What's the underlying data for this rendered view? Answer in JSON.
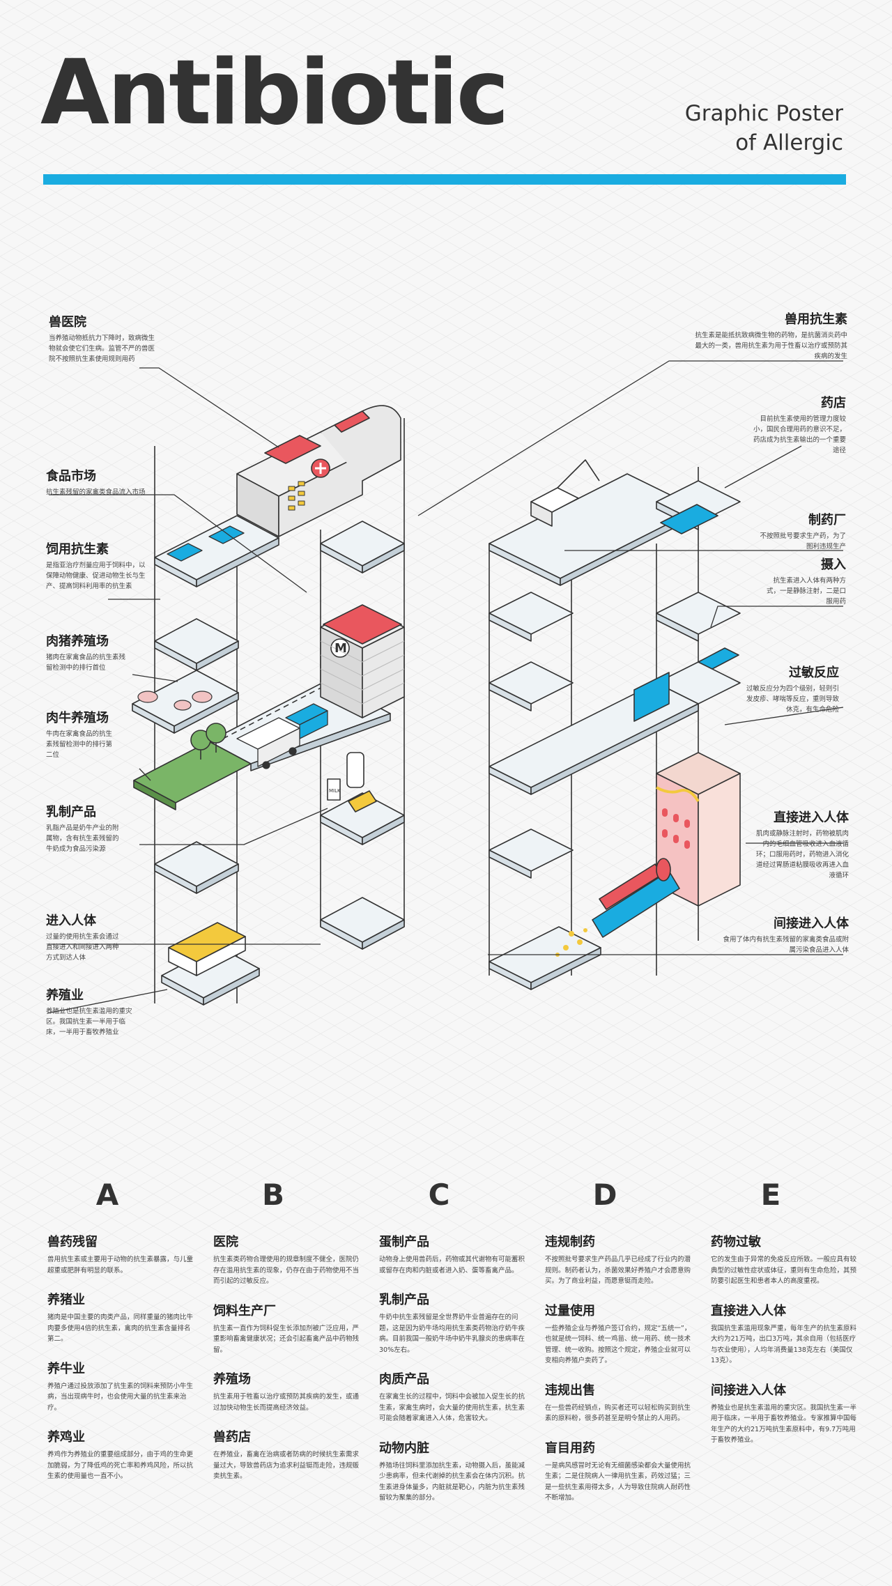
{
  "header": {
    "title": "Antibiotic",
    "subtitle_line1": "Graphic Poster",
    "subtitle_line2": "of Allergic"
  },
  "colors": {
    "accent": "#1aace0",
    "red": "#e9575e",
    "yellow": "#f3c93d",
    "green": "#7ab567",
    "dark": "#333333"
  },
  "labels": {
    "vet_hospital": {
      "title": "兽医院",
      "text": "当养殖动物抵抗力下降时，致病微生物就会使它们生病。监管不严的兽医院不按照抗生素使用规则用药"
    },
    "food_market": {
      "title": "食品市场",
      "text": "抗生素残留的家禽类食品流入市场"
    },
    "feed_antibiotic": {
      "title": "饲用抗生素",
      "text": "是指亚治疗剂量应用于饲料中，以保障动物健康、促进动物生长与生产、提高饲料利用率的抗生素"
    },
    "pig_farm": {
      "title": "肉猪养殖场",
      "text": "猪肉在家禽食品的抗生素残留检测中的排行首位"
    },
    "cattle_farm": {
      "title": "肉牛养殖场",
      "text": "牛肉在家禽食品的抗生素残留检测中的排行第二位"
    },
    "dairy": {
      "title": "乳制产品",
      "text": "乳脂产品是奶牛产业的附属物，含有抗生素残留的牛奶成为食品污染源"
    },
    "enter_body": {
      "title": "进入人体",
      "text": "过量的使用抗生素会通过直接进入和间接进入两种方式到达人体"
    },
    "breeding": {
      "title": "养殖业",
      "text": "养殖业也是抗生素滥用的重灾区。我国抗生素一半用于临床，一半用于畜牧养殖业"
    },
    "vet_antibiotic": {
      "title": "兽用抗生素",
      "text": "抗生素是能抵抗致病微生物的药物，是抗菌消炎药中最大的一类，兽用抗生素为用于性畜以治疗或预防其疾病的发生"
    },
    "pharmacy": {
      "title": "药店",
      "text": "目前抗生素使用的管理力度较小，国民合理用药的意识不足，药店成为抗生素输出的一个重要途径"
    },
    "pharma_factory": {
      "title": "制药厂",
      "text": "不按照批号要求生产药，为了图利违规生产"
    },
    "intake": {
      "title": "摄入",
      "text": "抗生素进入人体有两种方式，一是静脉注射，二是口服用药"
    },
    "allergy": {
      "title": "过敏反应",
      "text": "过敏反应分为四个级别，轻则引发皮疹、哮喘等反应，重则导致休克，有生命危险"
    },
    "direct_entry": {
      "title": "直接进入人体",
      "text": "肌肉或静脉注射时，药物被肌肉内的毛细血管吸收进入血液循环；口服用药时，药物进入消化道经过胃肠道粘膜吸收再进入血液循环"
    },
    "indirect_entry": {
      "title": "间接进入人体",
      "text": "食用了体内有抗生素残留的家禽类食品或附属污染食品进入人体"
    }
  },
  "diagram": {
    "h_big_text": "M",
    "milk_text": "MILK"
  },
  "columns": [
    {
      "letter": "A",
      "entries": [
        {
          "title": "兽药残留",
          "text": "兽用抗生素或主要用于动物的抗生素暴露，与儿童超重或肥胖有明显的联系。"
        },
        {
          "title": "养猪业",
          "text": "猪肉是中国主要的肉类产品，同样重量的猪肉比牛肉要多使用4倍的抗生素，禽肉的抗生素含量排名第二。"
        },
        {
          "title": "养牛业",
          "text": "养殖户通过投放添加了抗生素的饲料来预防小牛生病，当出现病牛时，也会使用大量的抗生素来治疗。"
        },
        {
          "title": "养鸡业",
          "text": "养鸡作为养殖业的重要组成部分，由于鸡的生命更加脆弱，为了降低鸡的死亡率和养鸡风险，所以抗生素的使用量也一直不小。"
        }
      ]
    },
    {
      "letter": "B",
      "entries": [
        {
          "title": "医院",
          "text": "抗生素类药物合理使用的规章制度不健全，医院仍存在滥用抗生素的现象，仍存在由于药物使用不当而引起的过敏反应。"
        },
        {
          "title": "饲料生产厂",
          "text": "抗生素一直作为饲料促生长添加剂被广泛应用，严重影响畜禽健康状况；还会引起畜禽产品中药物残留。"
        },
        {
          "title": "养殖场",
          "text": "抗生素用于牲畜以治疗或预防其疾病的发生，或通过加快动物生长而提高经济效益。"
        },
        {
          "title": "兽药店",
          "text": "在养殖业，畜禽在治病或者防病的时候抗生素需求量过大，导致兽药店为追求利益铤而走险，违规贩卖抗生素。"
        }
      ]
    },
    {
      "letter": "C",
      "entries": [
        {
          "title": "蛋制产品",
          "text": "动物身上使用兽药后，药物或其代谢物有可能蓄积或留存在肉和内脏或者进入奶、蛋等畜禽产品。"
        },
        {
          "title": "乳制产品",
          "text": "牛奶中抗生素残留是全世界奶牛业普遍存在的问题，这是因为奶牛场均用抗生素类药物治疗奶牛疾病。目前我国一般奶牛场中奶牛乳腺炎的患病率在30%左右。"
        },
        {
          "title": "肉质产品",
          "text": "在家禽生长的过程中，饲料中会被加入促生长的抗生素，家禽生病时，会大量的使用抗生素，抗生素可能会随着家禽进入人体，危害较大。"
        },
        {
          "title": "动物内脏",
          "text": "养殖场往饲料里添加抗生素，动物摄入后，虽能减少患病率，但未代谢掉的抗生素会在体内沉积。抗生素进身体量多，内脏就是靶心，内脏为抗生素残留较为聚集的部分。"
        }
      ]
    },
    {
      "letter": "D",
      "entries": [
        {
          "title": "违规制药",
          "text": "不按照批号要求生产药品几乎已经成了行业内的潜规则。制药者认为，杀菌效果好养殖户才会愿意购买。为了商业利益，而愿意铤而走险。"
        },
        {
          "title": "过量使用",
          "text": "一些养殖企业与养殖户签订合约，规定“五统一”，也就是统一饲料、统一鸡苗、统一用药、统一技术管理、统一收购。按照这个规定，养殖企业就可以变相向养殖户卖药了。"
        },
        {
          "title": "违规出售",
          "text": "在一些兽药经销点，购买者还可以轻松购买到抗生素的原料粉，很多药甚至是明令禁止的人用药。"
        },
        {
          "title": "盲目用药",
          "text": "一是病风感冒时无论有无细菌感染都会大量使用抗生素；二是住院病人一律用抗生素，药效过猛；三是一些抗生素用得太多，人为导致住院病人耐药性不断增加。"
        }
      ]
    },
    {
      "letter": "E",
      "entries": [
        {
          "title": "药物过敏",
          "text": "它的发生由于异常的免疫反应所致。一般应具有较典型的过敏性症状或体征，重则有生命危险，其预防要引起医生和患者本人的高度重视。"
        },
        {
          "title": "直接进入人体",
          "text": "我国抗生素滥用现象严重，每年生产的抗生素原料大约为21万吨，出口3万吨，其余自用（包括医疗与农业使用），人均年消费量138克左右（美国仅13克）。"
        },
        {
          "title": "间接进入人体",
          "text": "养殖业也是抗生素滥用的重灾区。我国抗生素一半用于临床，一半用于畜牧养殖业。专家推算中国每年生产的大约21万吨抗生素原料中，有9.7万吨用于畜牧养殖业。"
        }
      ]
    }
  ]
}
